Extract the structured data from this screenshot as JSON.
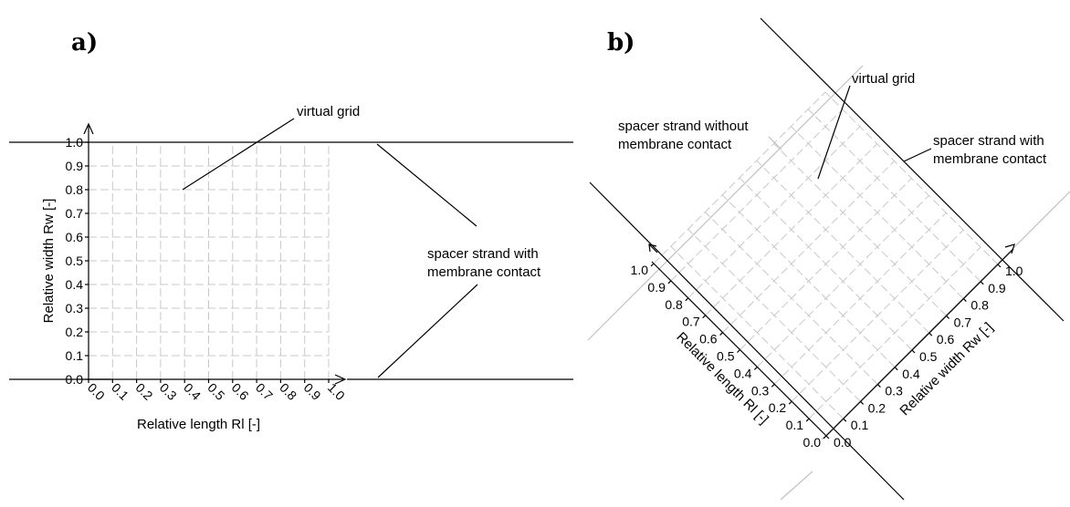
{
  "panel_a": {
    "label": "a)",
    "annotation_grid": "virtual grid",
    "annotation_contact": [
      "spacer strand with",
      "membrane contact"
    ],
    "ylabel": "Relative width Rw [-]",
    "xlabel": "Relative length Rl [-]",
    "y_ticks": [
      "0.0",
      "0.1",
      "0.2",
      "0.3",
      "0.4",
      "0.5",
      "0.6",
      "0.7",
      "0.8",
      "0.9",
      "1.0"
    ],
    "x_ticks": [
      "0.0",
      "0.1",
      "0.2",
      "0.3",
      "0.4",
      "0.5",
      "0.6",
      "0.7",
      "0.8",
      "0.9",
      "1.0"
    ]
  },
  "panel_b": {
    "label": "b)",
    "annotation_grid": "virtual grid",
    "annotation_no_contact": [
      "spacer strand without",
      "membrane contact"
    ],
    "annotation_contact": [
      "spacer strand with",
      "membrane contact"
    ],
    "left_axis_title": "Relative length Rl [-]",
    "right_axis_title": "Relative width Rw [-]",
    "left_ticks": [
      "0.0",
      "0.1",
      "0.2",
      "0.3",
      "0.4",
      "0.5",
      "0.6",
      "0.7",
      "0.8",
      "0.9",
      "1.0"
    ],
    "right_ticks": [
      "0.0",
      "0.1",
      "0.2",
      "0.3",
      "0.4",
      "0.5",
      "0.6",
      "0.7",
      "0.8",
      "0.9",
      "1.0"
    ]
  }
}
